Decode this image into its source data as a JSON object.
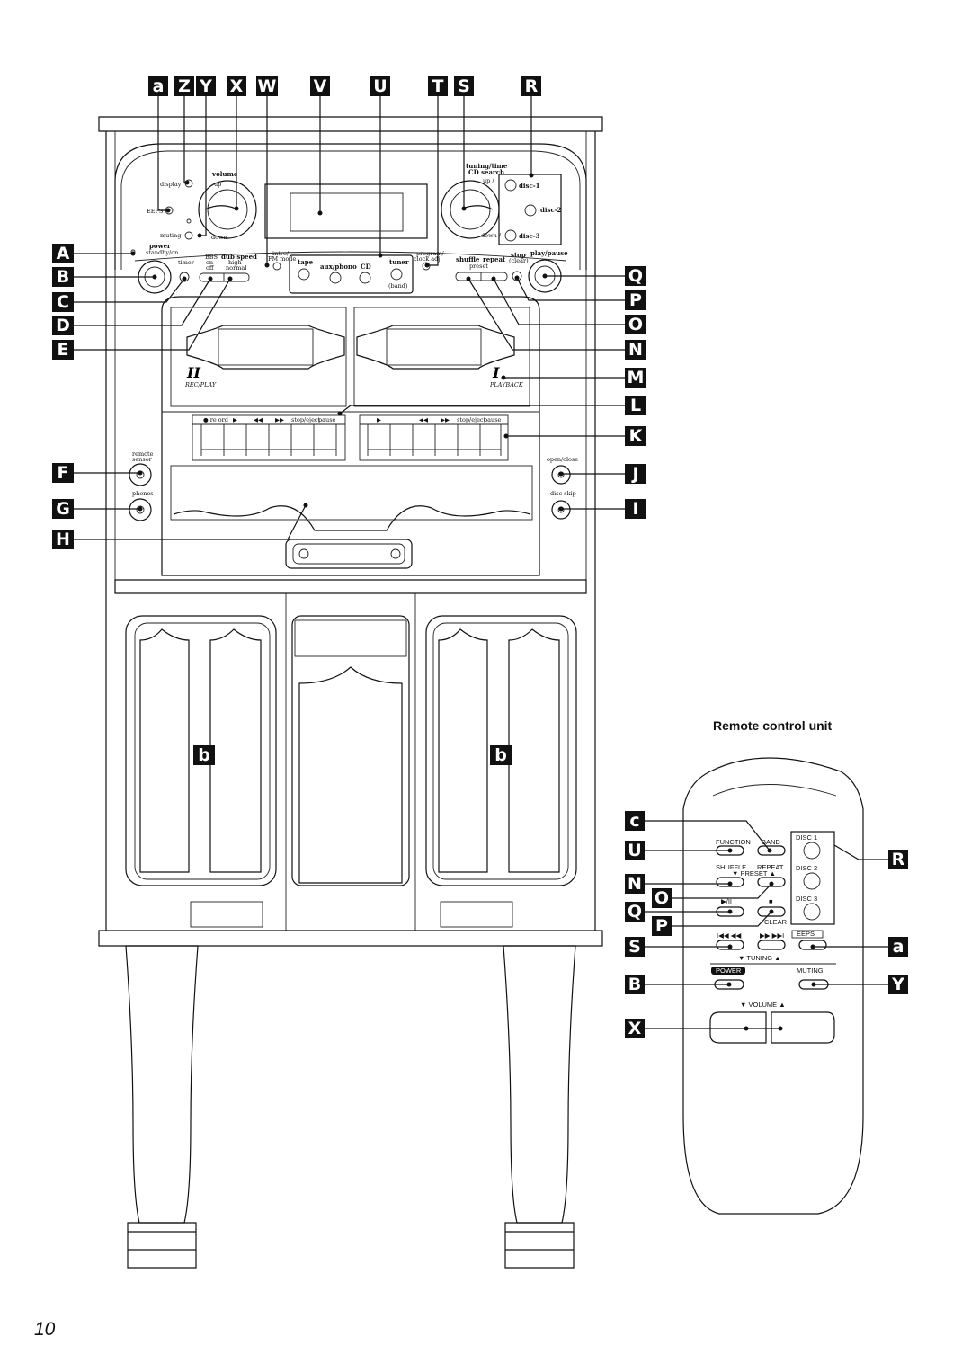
{
  "callouts_top": [
    "a",
    "Z",
    "Y",
    "X",
    "W",
    "V",
    "U",
    "T",
    "S",
    "R"
  ],
  "callouts_left": [
    "A",
    "B",
    "C",
    "D",
    "E",
    "F",
    "G",
    "H"
  ],
  "callouts_right": [
    "Q",
    "P",
    "O",
    "N",
    "M",
    "L",
    "K",
    "J",
    "I"
  ],
  "callout_doors": [
    "b",
    "b"
  ],
  "remote_callouts": [
    "c",
    "U",
    "N",
    "O",
    "Q",
    "P",
    "S",
    "B",
    "X",
    "R",
    "a",
    "Y"
  ],
  "unit_labels": {
    "display": "display",
    "eeps": "EEPS",
    "muting": "muting",
    "volume": "volume",
    "up": "up",
    "down": "down",
    "power": "power",
    "standby": "standby/on",
    "timer": "timer",
    "bbs": "BBS",
    "bbs_on": "on",
    "bbs_off": "off",
    "dub_speed": "dub speed",
    "high": "high",
    "normal": "normal",
    "intro": "intro/",
    "fm_mode": "FM mode",
    "tuning_time": "tuning/time",
    "cd_search": "CD search",
    "up_r": "up /",
    "down_r": "down /",
    "disc1": "disc-1",
    "disc2": "disc-2",
    "disc3": "disc-3",
    "tape": "tape",
    "aux_phono": "aux/phono",
    "cd": "CD",
    "tuner": "tuner",
    "band": "(band)",
    "program": "program/",
    "clock_adj": "clock adj.",
    "shuffle": "shuffle",
    "repeat": "repeat",
    "preset": "preset",
    "stop": "stop",
    "clear": "(clear)",
    "play_pause": "play/pause",
    "deck2": "II",
    "rec_play": "REC/PLAY",
    "deck1": "I",
    "playback": "PLAYBACK",
    "deck2_keys": [
      "● re  ord",
      "▶",
      "◀◀",
      "▶▶",
      "stop/eject",
      "pause"
    ],
    "deck1_keys": [
      "▶",
      "◀◀",
      "▶▶",
      "stop/eject",
      "pause"
    ],
    "remote_sensor_1": "remote",
    "remote_sensor_2": "sensor",
    "phones": "phones",
    "open_close": "open/close",
    "disc_skip": "disc skip"
  },
  "remote": {
    "title": "Remote control unit",
    "function": "FUNCTION",
    "band": "BAND",
    "disc1": "DISC 1",
    "disc2": "DISC 2",
    "disc3": "DISC 3",
    "shuffle": "SHUFFLE",
    "repeat": "REPEAT",
    "preset": "▼ PRESET ▲",
    "play_pause": "▶/II",
    "stop": "■",
    "clear": "CLEAR",
    "skip_back": "I◀◀ ◀◀",
    "skip_fwd": "▶▶ ▶▶I",
    "tuning": "▼ TUNING ▲",
    "eeps": "EEPS",
    "power": "POWER",
    "muting": "MUTING",
    "volume": "▼  VOLUME  ▲"
  },
  "page_number": "10"
}
